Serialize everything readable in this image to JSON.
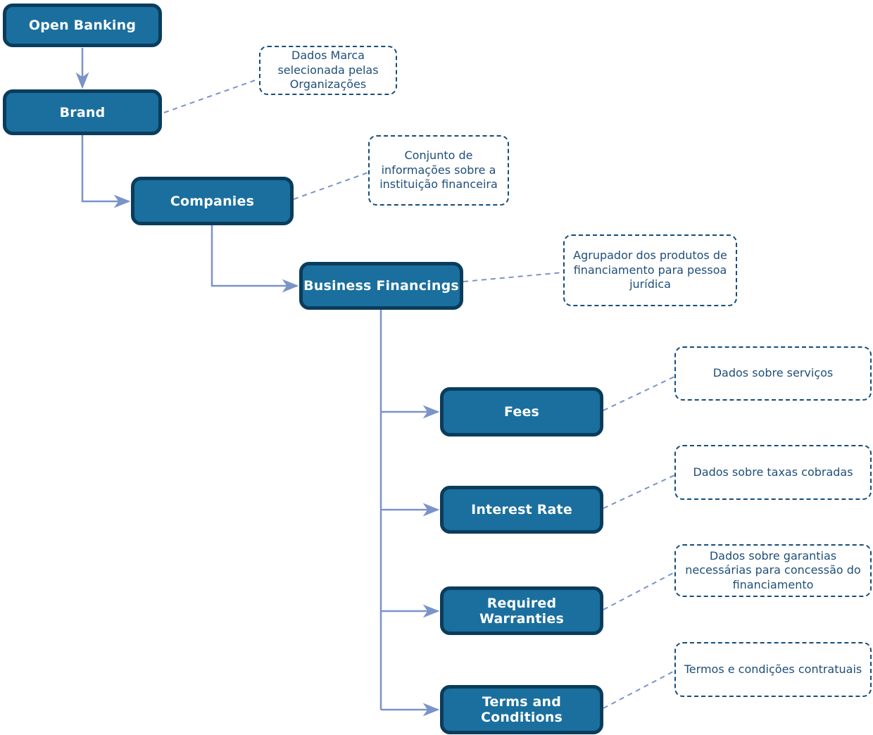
{
  "diagram": {
    "nodes": [
      {
        "id": "open-banking",
        "label": "Open Banking",
        "note": ""
      },
      {
        "id": "brand",
        "label": "Brand",
        "note": "Dados Marca selecionada pelas Organizações"
      },
      {
        "id": "companies",
        "label": "Companies",
        "note": "Conjunto de informações sobre a instituição financeira"
      },
      {
        "id": "business-financings",
        "label": "Business Financings",
        "note": "Agrupador dos produtos de financiamento para pessoa jurídica"
      },
      {
        "id": "fees",
        "label": "Fees",
        "note": "Dados sobre serviços"
      },
      {
        "id": "interest-rate",
        "label": "Interest Rate",
        "note": "Dados sobre taxas cobradas"
      },
      {
        "id": "required-warranties",
        "label": "Required Warranties",
        "note": "Dados sobre garantias necessárias para concessão do financiamento"
      },
      {
        "id": "terms-and-conditions",
        "label": "Terms and Conditions",
        "note": "Termos e condições contratuais"
      }
    ],
    "colors": {
      "node_fill": "#1A6F9E",
      "node_border": "#0B3C5C",
      "node_text": "#FFFFFF",
      "note_border": "#154D7A",
      "note_text": "#1F4E79",
      "connector": "#7A93C9",
      "background": "#FFFFFF"
    }
  }
}
